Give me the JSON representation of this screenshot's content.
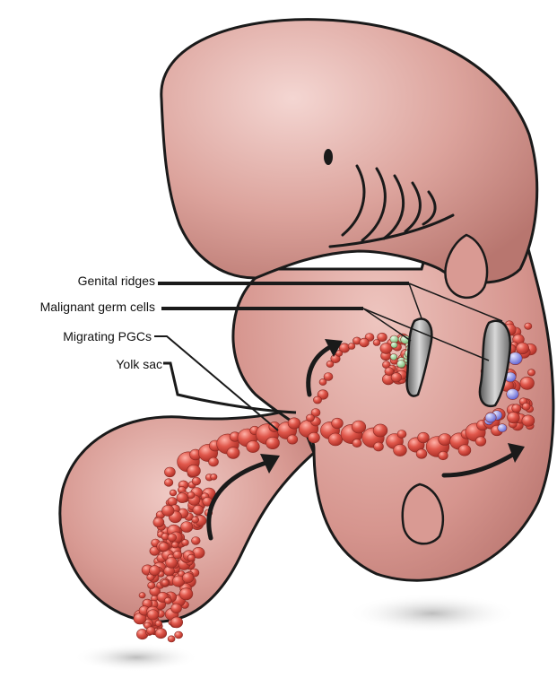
{
  "labels": {
    "genital_ridges": "Genital ridges",
    "malignant_germ_cells": "Malignant germ cells",
    "migrating_pgcs": "Migrating PGCs",
    "yolk_sac": "Yolk sac"
  },
  "colors": {
    "skin": "#d9a09a",
    "skin_shadow": "#b87670",
    "outline": "#1a1a1a",
    "red_cells": "#d4463c",
    "green_cells": "#9bd19a",
    "blue_cells": "#8c8fe6",
    "ridge_grey": "#7c7c7c",
    "ground_shadow": "#c9c9c9"
  },
  "icons": [
    "curved-arrow-icon"
  ]
}
